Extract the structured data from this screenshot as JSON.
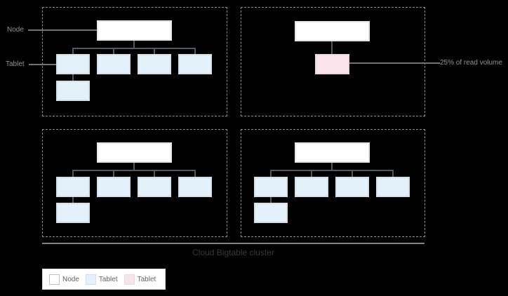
{
  "diagram": {
    "title": "Cloud Bigtable cluster",
    "annotations": {
      "node_label": "Node",
      "tablet_label": "Tablet",
      "read_volume_label": "25% of read volume"
    },
    "nodes": [
      {
        "id": "node-1",
        "tablet_count": 5,
        "hot_tablet_count": 0
      },
      {
        "id": "node-2",
        "tablet_count": 1,
        "hot_tablet_count": 1
      },
      {
        "id": "node-3",
        "tablet_count": 5,
        "hot_tablet_count": 0
      },
      {
        "id": "node-4",
        "tablet_count": 5,
        "hot_tablet_count": 0
      }
    ],
    "legend": {
      "items": [
        {
          "label": "Node",
          "swatch": "node",
          "color": "#ffffff"
        },
        {
          "label": "Tablet",
          "swatch": "tablet",
          "color": "#e3f1fb"
        },
        {
          "label": "Tablet",
          "swatch": "hot-tablet",
          "color": "#fbe3ec"
        }
      ]
    },
    "colors": {
      "background": "#000000",
      "node_fill": "#ffffff",
      "node_border": "#e3e7ea",
      "tablet_fill": "#e3f1fb",
      "tablet_border": "#d5dfe6",
      "hot_tablet_fill": "#fbe3ec",
      "hot_tablet_border": "#eed7de",
      "connector_line": "#55595e",
      "annotation_line": "#6f7478",
      "dashed_border": "#8a9095",
      "annotation_text": "#8f9499",
      "title_text": "#36383b",
      "legend_text": "#5f6368"
    }
  }
}
